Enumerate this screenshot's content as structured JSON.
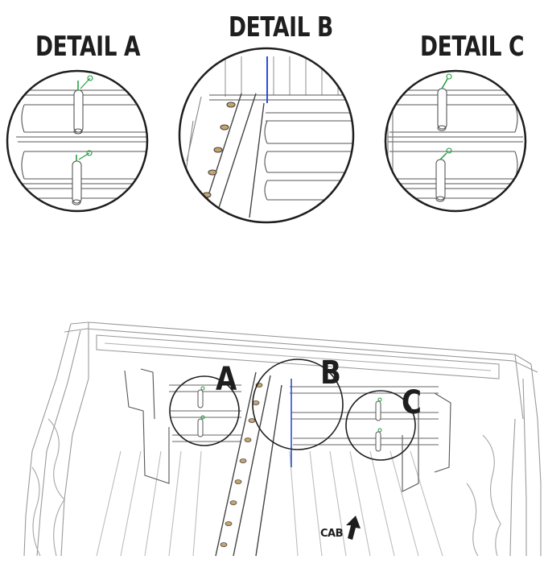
{
  "details": {
    "a": {
      "title": "DETAIL A"
    },
    "b": {
      "title": "DETAIL B"
    },
    "c": {
      "title": "DETAIL C"
    }
  },
  "callouts": {
    "a": "A",
    "b": "B",
    "c": "C"
  },
  "direction": {
    "label": "CAB"
  },
  "colors": {
    "line": "#555555",
    "light_line": "#9a9a9a",
    "bolt_head": "#1f9a3a",
    "bolt_accent": "#2a4fd6",
    "spacer": "#c9a46a",
    "text": "#1e1e1e"
  }
}
